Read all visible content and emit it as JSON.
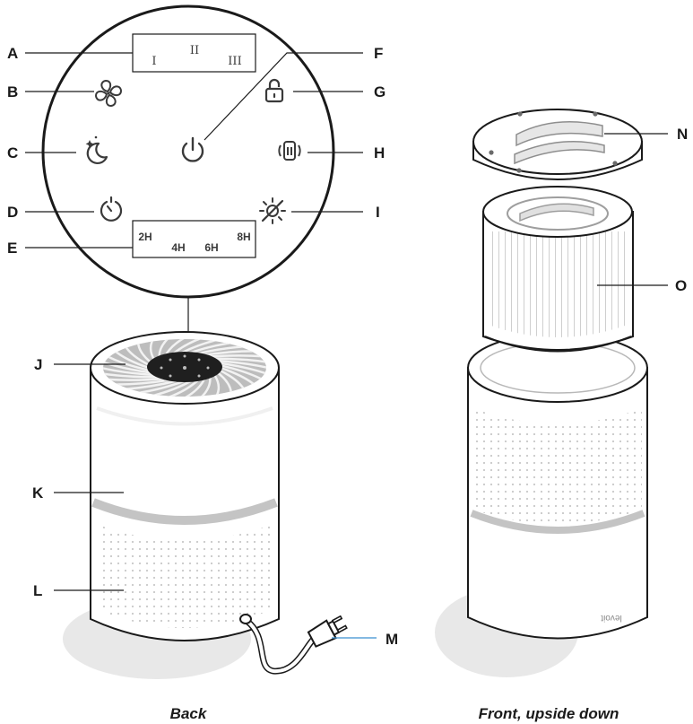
{
  "callouts": {
    "a": "A",
    "b": "B",
    "c": "C",
    "d": "D",
    "e": "E",
    "f": "F",
    "g": "G",
    "h": "H",
    "i": "I",
    "j": "J",
    "k": "K",
    "l": "L",
    "m": "M",
    "n": "N",
    "o": "O"
  },
  "fan_speed": {
    "low": "I",
    "medium": "II",
    "high": "III"
  },
  "timer": {
    "t2": "2H",
    "t4": "4H",
    "t6": "6H",
    "t8": "8H"
  },
  "brand": "levoit",
  "captions": {
    "left": "Back",
    "right": "Front, upside down"
  },
  "colors": {
    "line": "#1a1a1a",
    "body": "#bdbdbd",
    "shadow": "#e8e8e8",
    "accent": "#3a8fd0"
  },
  "icons": [
    "fan-icon",
    "sleep-mode-icon",
    "timer-icon",
    "power-icon",
    "lock-icon",
    "filter-check-icon",
    "display-light-icon"
  ]
}
